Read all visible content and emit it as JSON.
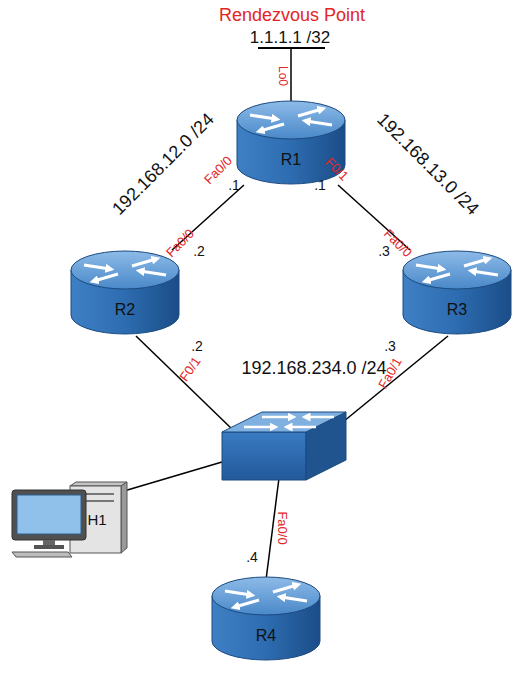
{
  "diagram": {
    "nodes": [
      {
        "text": [
          "R1"
        ]
      },
      {
        "text": [
          "R2"
        ]
      },
      {
        "text": [
          "R3"
        ]
      },
      {
        "text": [
          "H1"
        ]
      },
      {
        "text": [
          "R4"
        ]
      }
    ],
    "edges": [
      {
        "from": 0,
        "to": 1,
        "arrow": "none"
      },
      {
        "from": 0,
        "to": 2,
        "arrow": "none"
      }
    ],
    "labels": [
      "Rendezvous Point",
      "1.1.1.1 /32",
      "Lo0",
      "192.168.12.0 /24",
      "192.168.13.0 /24",
      "Fa0/0",
      ".1",
      ".1",
      "F0/1",
      "Fa0/0",
      ".2",
      ".3",
      "Fa0/0",
      ".2",
      "F0/1",
      "192.168.234.0 /24",
      ".3",
      "Fa0/1",
      "Fa0/0",
      ".4"
    ]
  }
}
